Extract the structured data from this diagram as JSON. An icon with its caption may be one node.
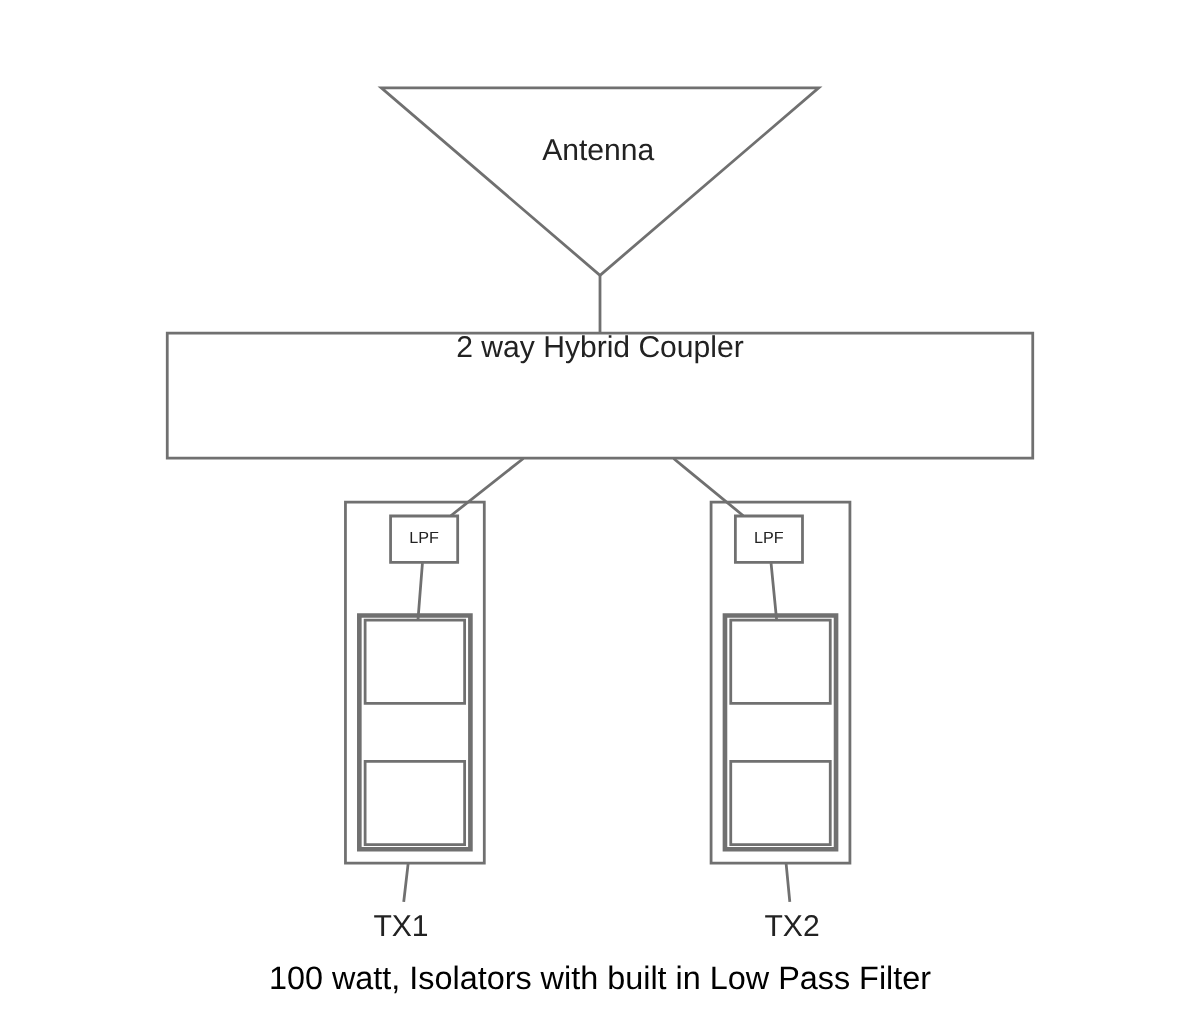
{
  "diagram": {
    "caption": "100 watt, Isolators with built in Low Pass Filter",
    "nodes": [
      {
        "text": [
          "Antenna"
        ]
      },
      {
        "text": [
          "2 way Hybrid Coupler"
        ]
      },
      {
        "text": [],
        "shape": "box"
      },
      {
        "text": [
          "LPF"
        ],
        "in": 2
      },
      {
        "text": [],
        "shape": "box",
        "in": 2
      },
      {
        "text": [],
        "shape": "box",
        "in": 4
      },
      {
        "text": [],
        "shape": "box",
        "in": 4
      },
      {
        "text": [],
        "shape": "box"
      },
      {
        "text": [
          "LPF"
        ],
        "in": 7
      },
      {
        "text": [],
        "shape": "box",
        "in": 7
      },
      {
        "text": [],
        "shape": "box",
        "in": 9
      },
      {
        "text": [],
        "shape": "box",
        "in": 9
      },
      {
        "text": [
          "TX1"
        ]
      },
      {
        "text": [
          "TX2"
        ]
      }
    ],
    "edges": [
      {
        "from": 0,
        "to": 1,
        "arrow": "none"
      },
      {
        "from": 1,
        "to": 3,
        "arrow": "none"
      },
      {
        "from": 3,
        "to": 5,
        "arrow": "none"
      },
      {
        "from": 2,
        "to": 12,
        "arrow": "none"
      },
      {
        "from": 1,
        "to": 8,
        "arrow": "none"
      },
      {
        "from": 8,
        "to": 10,
        "arrow": "none"
      },
      {
        "from": 7,
        "to": 13,
        "arrow": "none"
      }
    ]
  }
}
